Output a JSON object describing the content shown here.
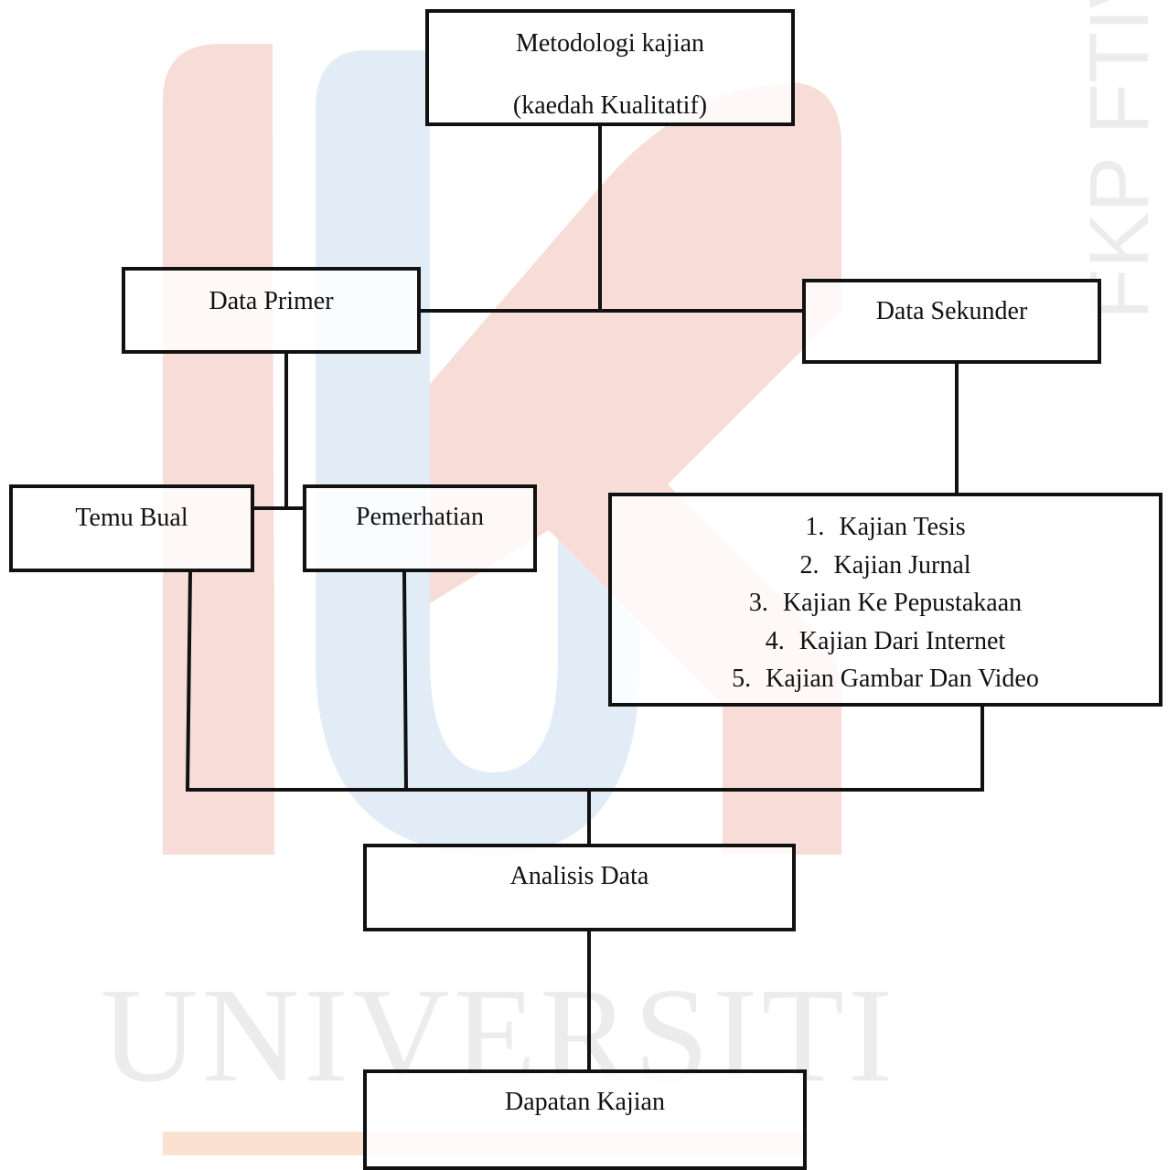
{
  "diagram": {
    "metodologi": {
      "line1": "Metodologi kajian",
      "line2": "(kaedah Kualitatif)"
    },
    "data_primer": "Data Primer",
    "data_sekunder": "Data Sekunder",
    "temu_bual": "Temu Bual",
    "pemerhatian": "Pemerhatian",
    "kajian_list": [
      {
        "num": "1.",
        "text": "Kajian Tesis"
      },
      {
        "num": "2.",
        "text": "Kajian Jurnal"
      },
      {
        "num": "3.",
        "text": "Kajian Ke Pepustakaan"
      },
      {
        "num": "4.",
        "text": "Kajian Dari Internet"
      },
      {
        "num": "5.",
        "text": "Kajian Gambar Dan Video"
      }
    ],
    "analisis_data": "Analisis Data",
    "dapatan_kajian": "Dapatan Kajian"
  },
  "watermark": {
    "text": "UNIVERSITI",
    "side_text": "FKP FTIV",
    "colors": {
      "red": "#f7dcd7",
      "blue": "#e2ecf6",
      "gray": "#ececec",
      "orange": "#fbe1cf"
    }
  },
  "line_color": "#111111"
}
